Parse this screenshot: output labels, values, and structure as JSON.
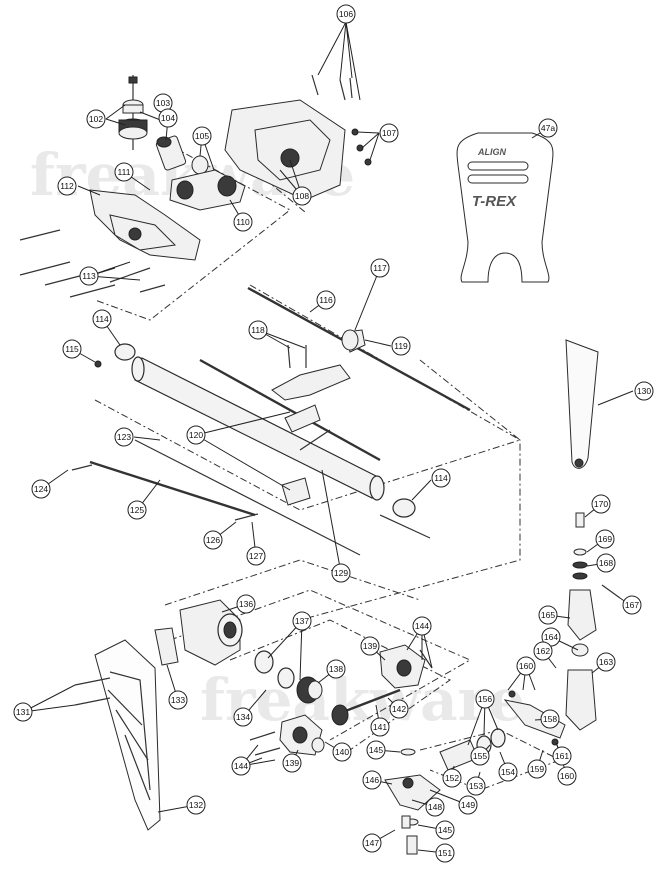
{
  "watermark": "freakware",
  "canopy_logo": {
    "brand": "ALIGN",
    "model": "T-REX"
  },
  "callouts": {
    "c106": "106",
    "c102": "102",
    "c103": "103",
    "c104": "104",
    "c105": "105",
    "c107": "107",
    "c108": "108",
    "c111": "111",
    "c112": "112",
    "c110": "110",
    "c113": "113",
    "c47a": "47a",
    "c117": "117",
    "c116": "116",
    "c114a": "114",
    "c118": "118",
    "c119": "119",
    "c115": "115",
    "c130": "130",
    "c123": "123",
    "c120": "120",
    "c114b": "114",
    "c124": "124",
    "c125": "125",
    "c126": "126",
    "c127": "127",
    "c129": "129",
    "c170": "170",
    "c169": "169",
    "c168": "168",
    "c167": "167",
    "c165": "165",
    "c136": "136",
    "c137": "137",
    "c144a": "144",
    "c139a": "139",
    "c164": "164",
    "c162": "162",
    "c163": "163",
    "c138": "138",
    "c160a": "160",
    "c131": "131",
    "c133": "133",
    "c134": "134",
    "c156": "156",
    "c142": "142",
    "c141": "141",
    "c158": "158",
    "c144b": "144",
    "c140": "140",
    "c139b": "139",
    "c145a": "145",
    "c155": "155",
    "c161": "161",
    "c152": "152",
    "c154": "154",
    "c153": "153",
    "c159": "159",
    "c160b": "160",
    "c146": "146",
    "c149": "149",
    "c148": "148",
    "c132": "132",
    "c147": "147",
    "c145b": "145",
    "c151": "151"
  }
}
